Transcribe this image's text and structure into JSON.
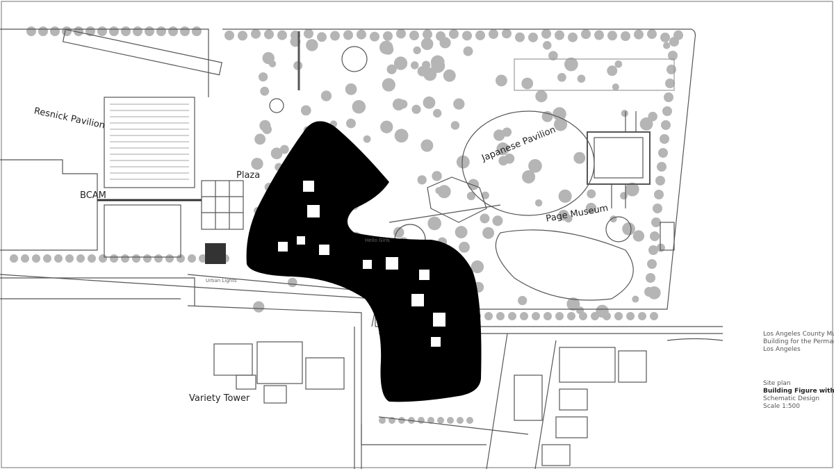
{
  "labels": {
    "resnick": "Resnick Pavilion",
    "plaza": "Plaza",
    "bcam": "BCAM",
    "japanese": "Japanese Pavilion",
    "page": "Page Museum",
    "variety": "Variety Tower",
    "urban_lights": "Urban Lights",
    "hello_girls": "Hello Girls"
  },
  "title_block": {
    "client_1": "Los Angeles County Museum",
    "client_2": "Building for the Permanent C",
    "client_3": "Los Angeles",
    "sheet": "Site plan",
    "drawing_title": "Building Figure with Contex",
    "phase": "Schematic Design",
    "scale": "Scale 1:500"
  },
  "colors": {
    "building": "#000000",
    "trees": "#b5b5b5",
    "lines": "#555555"
  }
}
